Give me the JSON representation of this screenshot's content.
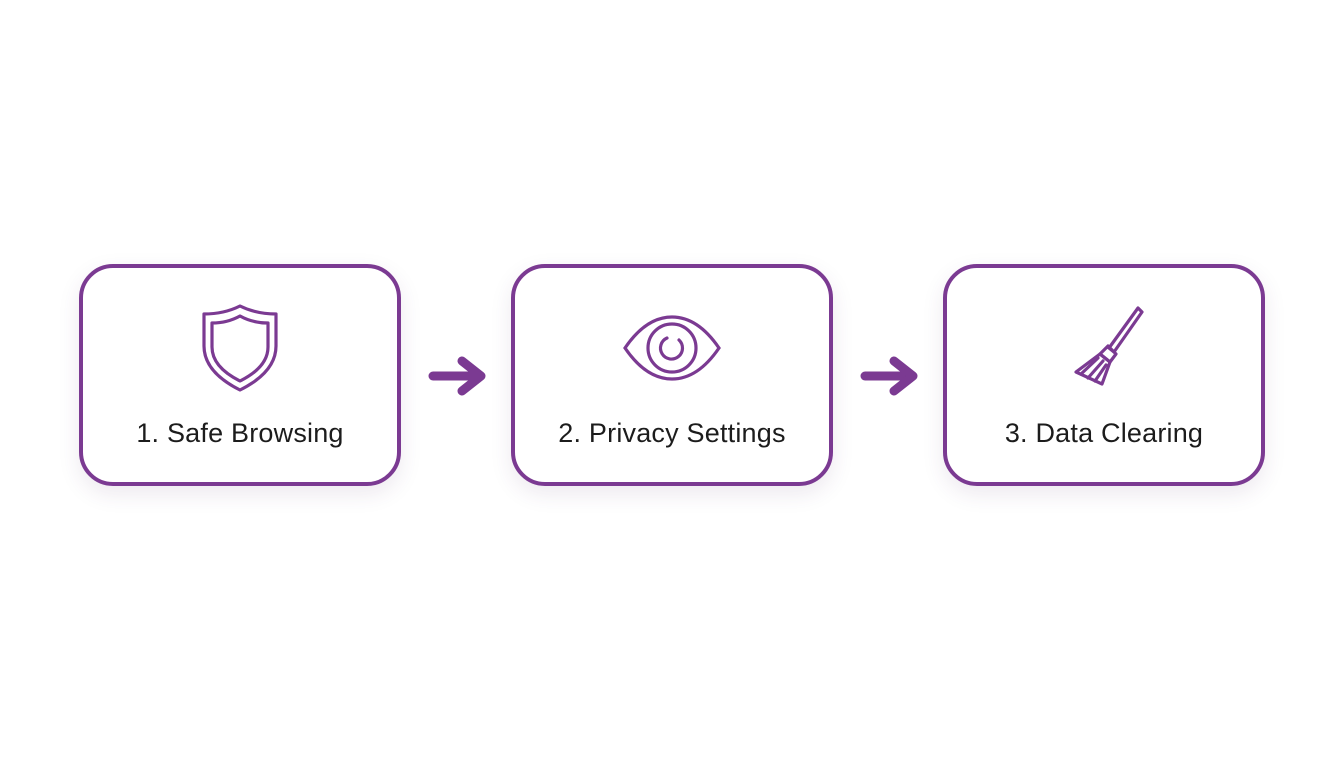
{
  "colors": {
    "accent": "#7b3a92",
    "text": "#1c1c1c",
    "background": "#ffffff"
  },
  "steps": [
    {
      "label": "1. Safe Browsing",
      "icon": "shield-icon"
    },
    {
      "label": "2. Privacy Settings",
      "icon": "eye-icon"
    },
    {
      "label": "3. Data Clearing",
      "icon": "broom-icon"
    }
  ],
  "connectors": [
    {
      "from": "1. Safe Browsing",
      "to": "2. Privacy Settings",
      "icon": "arrow-right-icon"
    },
    {
      "from": "2. Privacy Settings",
      "to": "3. Data Clearing",
      "icon": "arrow-right-icon"
    }
  ]
}
